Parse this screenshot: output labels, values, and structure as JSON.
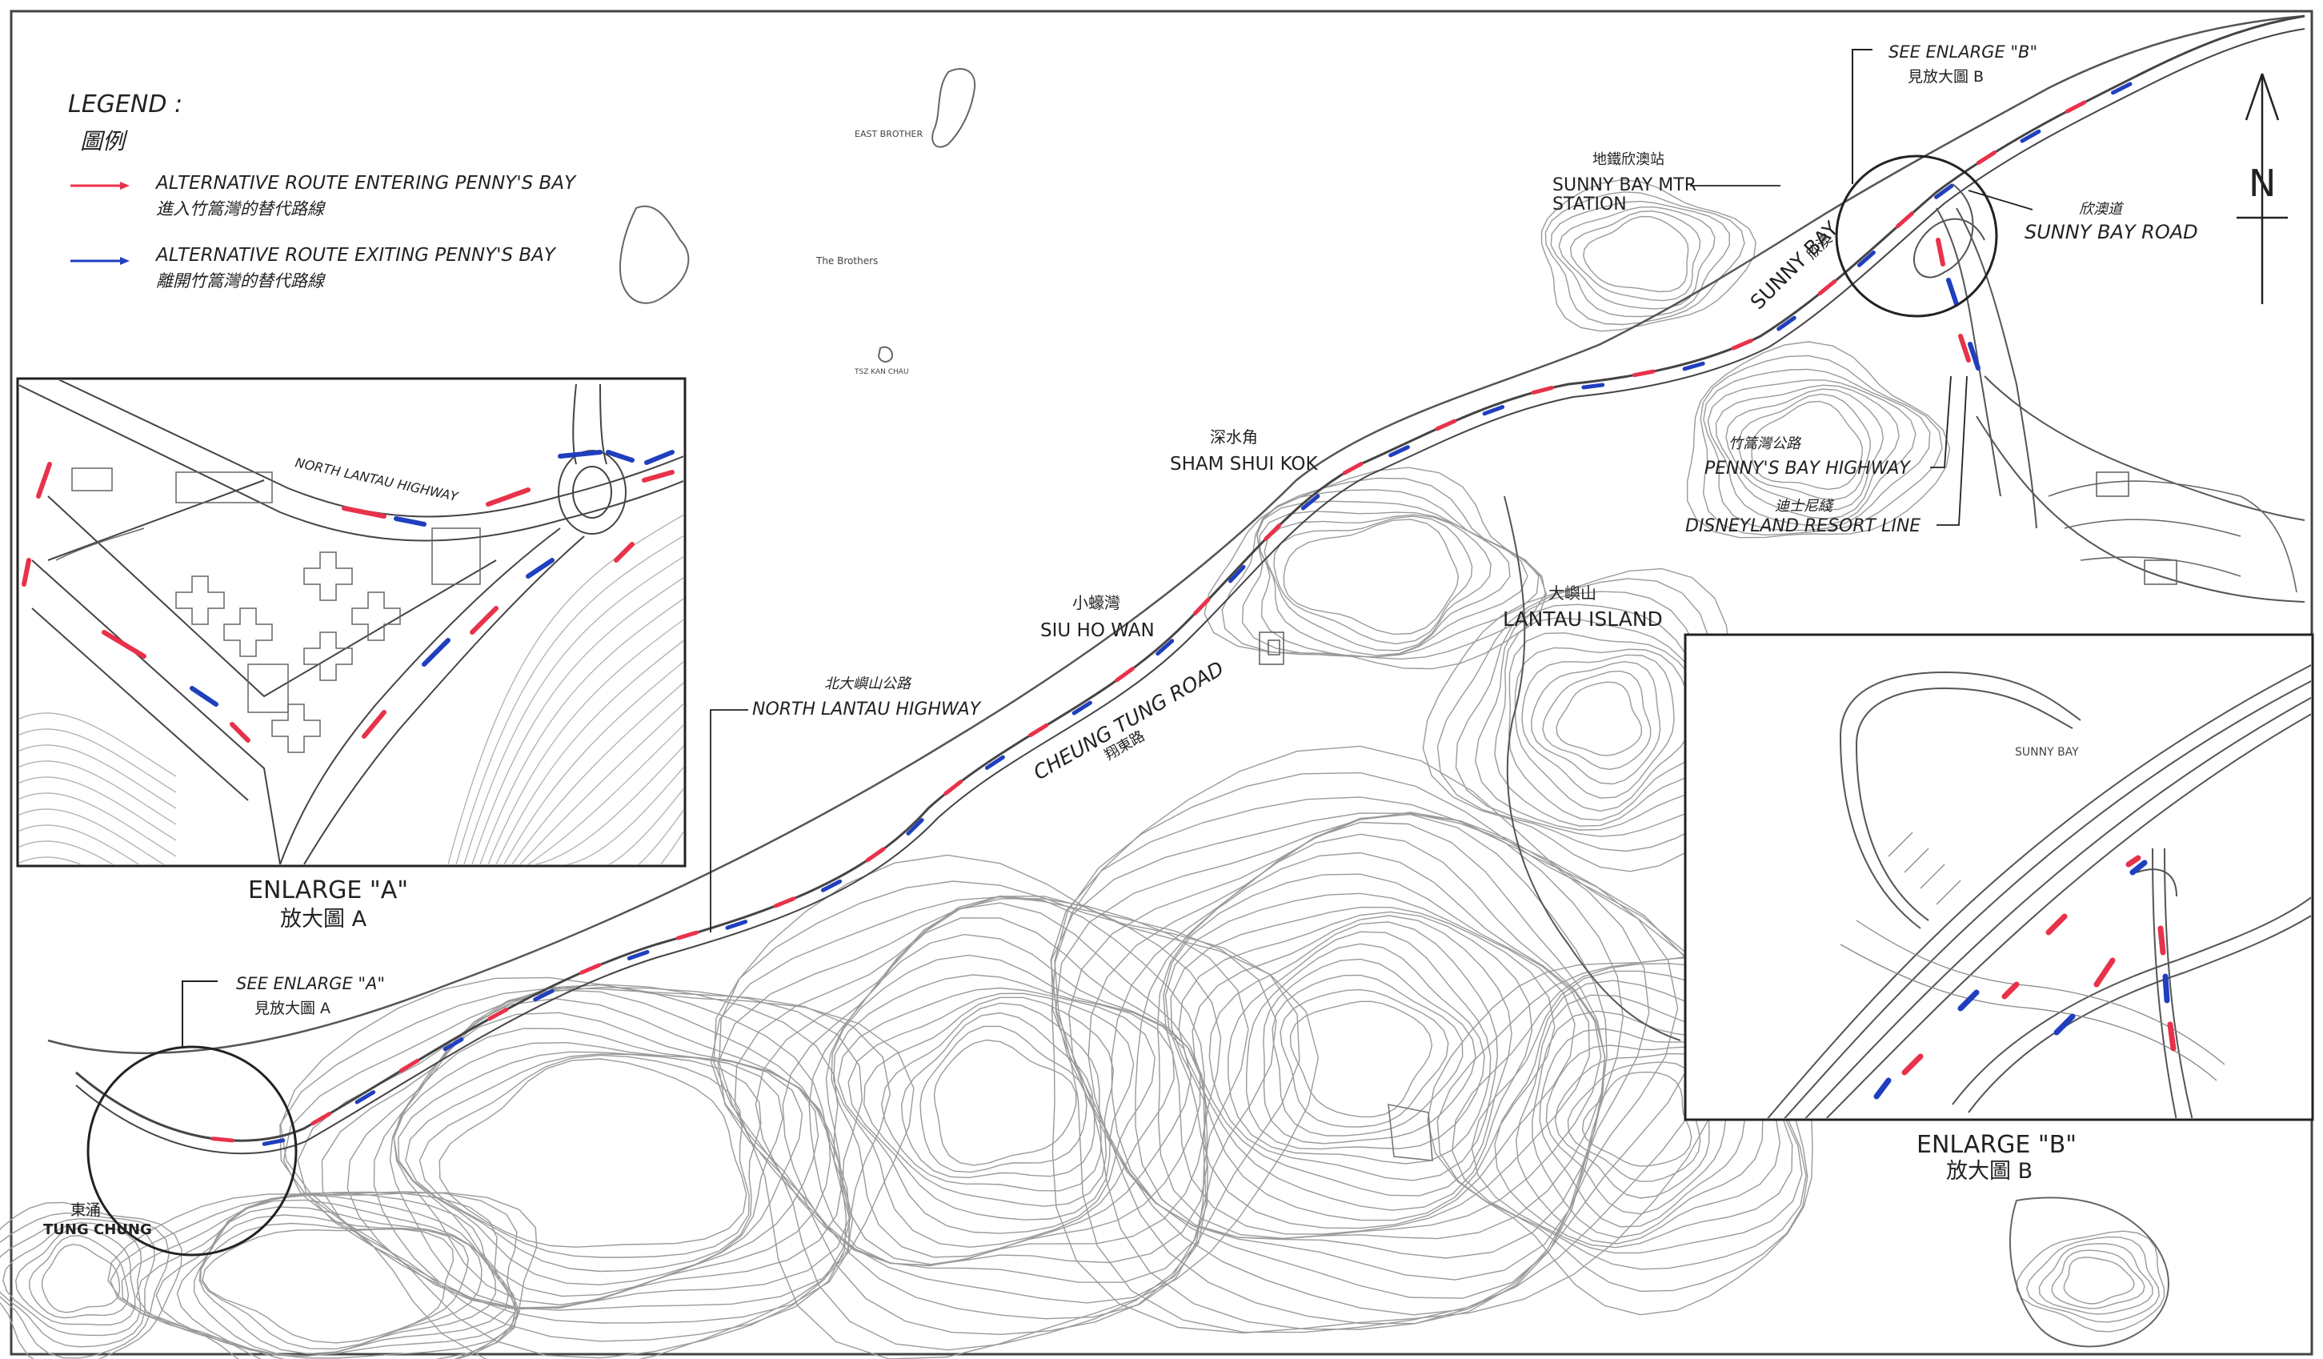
{
  "colors": {
    "entering": "#e8324a",
    "exiting": "#1f3fbf",
    "ink": "#222222",
    "contour": "#9a9a9a",
    "paper": "#ffffff"
  },
  "legend": {
    "title": "LEGEND :",
    "title_zh": "圖例",
    "entering_en": "ALTERNATIVE ROUTE ENTERING PENNY'S BAY",
    "entering_zh": "進入竹篙灣的替代路線",
    "exiting_en": "ALTERNATIVE ROUTE EXITING PENNY'S BAY",
    "exiting_zh": "離開竹篙灣的替代路線"
  },
  "north_arrow": "N",
  "islands": {
    "east_brother": "EAST BROTHER",
    "the_brothers": "The Brothers",
    "tsz_kan_chau": "TSZ KAN CHAU"
  },
  "callouts": {
    "see_b": "SEE ENLARGE \"B\"",
    "see_b_zh": "見放大圖 B",
    "see_a": "SEE ENLARGE \"A\"",
    "see_a_zh": "見放大圖 A"
  },
  "places": {
    "sunny_bay_mtr_zh": "地鐵欣澳站",
    "sunny_bay_mtr": "SUNNY BAY MTR",
    "station": "STATION",
    "sunny_bay_circle": "SUNNY BAY",
    "sunny_bay_circle_zh": "欣澳",
    "sunny_bay_road_zh": "欣澳道",
    "sunny_bay_road": "SUNNY BAY ROAD",
    "pennys_bay_highway_zh": "竹篙灣公路",
    "pennys_bay_highway": "PENNY'S BAY HIGHWAY",
    "disneyland_line_zh": "迪士尼綫",
    "disneyland_line": "DISNEYLAND RESORT LINE",
    "sham_shui_kok_zh": "深水角",
    "sham_shui_kok": "SHAM SHUI KOK",
    "siu_ho_wan_zh": "小蠔灣",
    "siu_ho_wan": "SIU HO WAN",
    "lantau_zh": "大嶼山",
    "lantau": "LANTAU ISLAND",
    "nlh_zh": "北大嶼山公路",
    "nlh": "NORTH LANTAU HIGHWAY",
    "cheung_tung_road": "CHEUNG TUNG ROAD",
    "cheung_tung_road_zh": "翔東路",
    "tung_chung_zh": "東涌",
    "tung_chung": "TUNG CHUNG",
    "nlh_small": "NORTH LANTAU HIGHWAY",
    "enlarge_b_sunny_bay": "SUNNY BAY"
  },
  "enlarge_a": {
    "title": "ENLARGE \"A\"",
    "title_zh": "放大圖 A"
  },
  "enlarge_b": {
    "title": "ENLARGE \"B\"",
    "title_zh": "放大圖 B"
  }
}
